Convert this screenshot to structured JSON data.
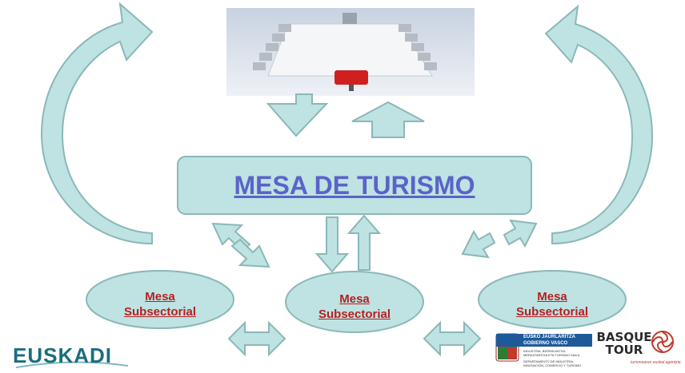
{
  "main_box": {
    "title": "MESA DE TURISMO"
  },
  "subsectors": [
    {
      "line1": "Mesa",
      "line2": "Subsectorial"
    },
    {
      "line1": "Mesa",
      "line2": "Subsectorial"
    },
    {
      "line1": "Mesa",
      "line2": "Subsectorial"
    }
  ],
  "logos": {
    "euskadi": "EUSKADI",
    "gov_line1": "EUSKO JAURLARITZA",
    "gov_line2": "GOBIERNO VASCO",
    "gov_small1": "INDUSTRIA, BERRIKUNTZA,",
    "gov_small2": "MERKATARITZA ETA TURISMO SAILA",
    "gov_small3": "DEPARTAMENTO DE INDUSTRIA,",
    "gov_small4": "INNOVACIÓN, COMERCIO Y TURISMO",
    "basque_tour_1": "BASQUE",
    "basque_tour_2": "TOUR",
    "basque_tour_tag": "turismoaren euskal agentzia"
  },
  "colors": {
    "shape_fill": "#bfe2e2",
    "shape_stroke": "#8ab8b8",
    "main_text": "#5a63c9",
    "sub_text": "#b52020",
    "euskadi": "#1a6e7c"
  },
  "icons": {
    "photo": "conference-table-photo",
    "shield": "basque-shield-icon",
    "swirl": "basque-tour-swirl-icon"
  }
}
